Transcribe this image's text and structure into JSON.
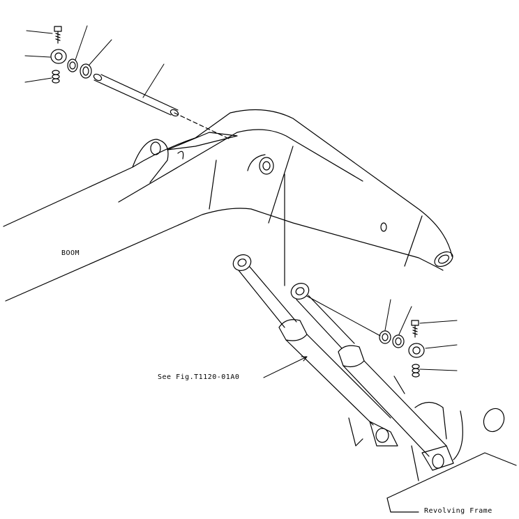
{
  "labels": {
    "boom": "BOOM",
    "see_fig": "See Fig.T1120-01A0",
    "revolving_frame": "Revolving Frame"
  }
}
